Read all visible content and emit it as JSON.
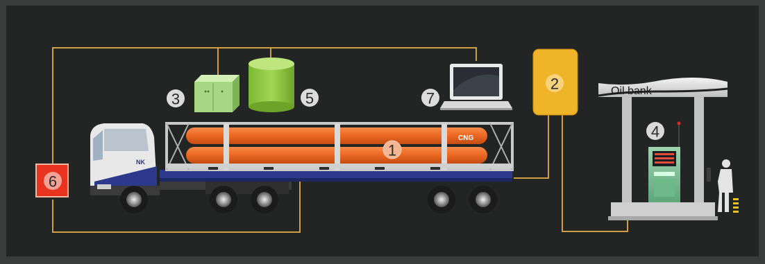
{
  "colors": {
    "background": "#232524",
    "frame": "#3a3b3b",
    "connector": "#d2a044",
    "orange_tank": "#ee6a24",
    "box_2": "#f0b429",
    "box_6": "#e8331f",
    "green_cabinet": "#a9d884",
    "green_tank": "#8dc63f"
  },
  "markers": {
    "m1": "1",
    "m2": "2",
    "m3": "3",
    "m4": "4",
    "m5": "5",
    "m6": "6",
    "m7": "7"
  },
  "labels": {
    "station_sign": "Oil bank",
    "tank_label": "CNG",
    "truck_brand": "NK"
  },
  "icons": [
    "truck-icon",
    "cabinet-icon",
    "storage-tank-icon",
    "laptop-icon",
    "fuel-station-icon",
    "person-icon"
  ]
}
